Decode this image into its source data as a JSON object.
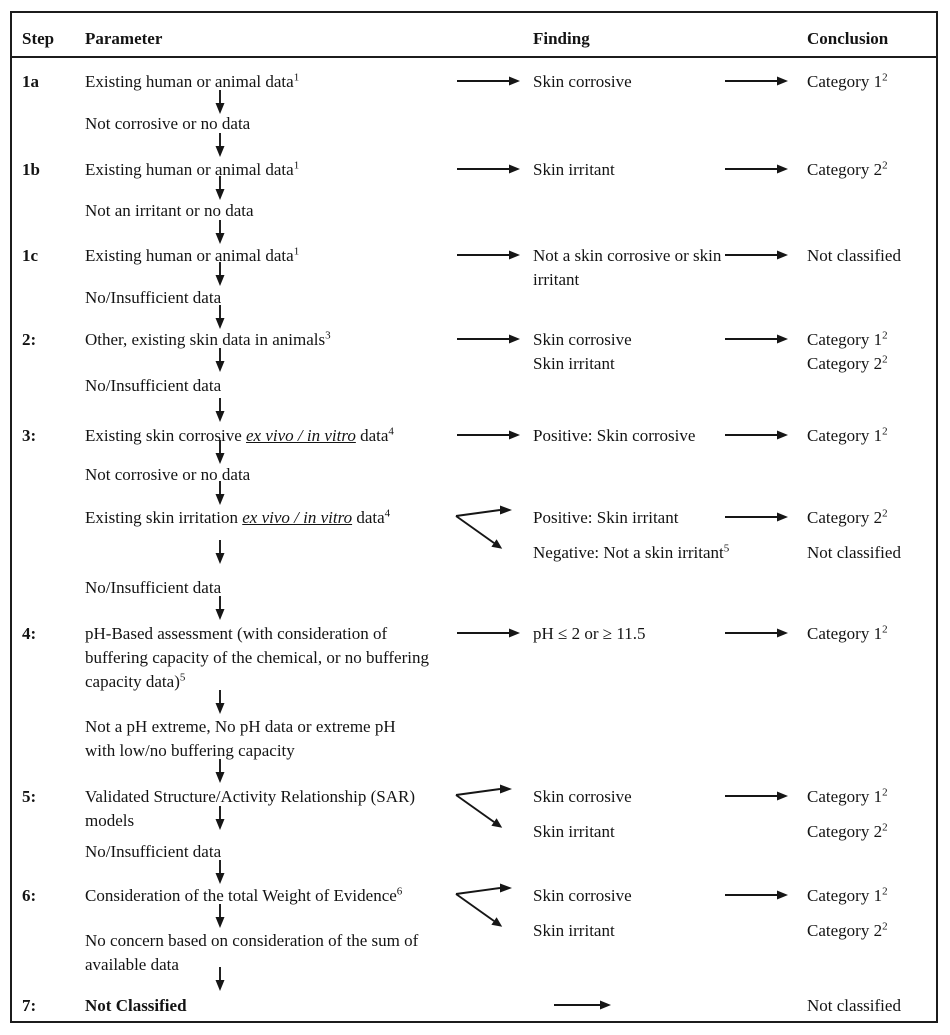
{
  "header": {
    "step": "Step",
    "parameter": "Parameter",
    "finding": "Finding",
    "conclusion": "Conclusion"
  },
  "steps": [
    {
      "label": "1a",
      "parameter": "Existing human or animal data",
      "parameter_sup": "1",
      "finding": "Skin corrosive",
      "conclusion": "Category 1",
      "conclusion_sup": "2",
      "no_path": "Not corrosive or no data"
    },
    {
      "label": "1b",
      "parameter": "Existing human or animal data",
      "parameter_sup": "1",
      "finding": "Skin irritant",
      "conclusion": "Category 2",
      "conclusion_sup": "2",
      "no_path": "Not an irritant or no data"
    },
    {
      "label": "1c",
      "parameter": "Existing human or animal data",
      "parameter_sup": "1",
      "finding": "Not a skin corrosive or skin irritant",
      "conclusion": "Not classified",
      "no_path": "No/Insufficient data"
    },
    {
      "label": "2:",
      "parameter": "Other, existing skin data in animals",
      "parameter_sup": "3",
      "finding1": "Skin corrosive",
      "finding2": "Skin irritant",
      "conclusion1": "Category 1",
      "conclusion1_sup": "2",
      "conclusion2": "Category 2",
      "conclusion2_sup": "2",
      "no_path": "No/Insufficient data"
    },
    {
      "label": "3:",
      "parameter_prefix": "Existing skin corrosive ",
      "parameter_italic": "ex vivo / in vitro",
      "parameter_suffix": " data",
      "parameter_sup": "4",
      "finding": "Positive: Skin corrosive",
      "conclusion": "Category 1",
      "conclusion_sup": "2",
      "no_path": "Not corrosive or no data"
    },
    {
      "parameter_prefix": "Existing skin irritation ",
      "parameter_italic": "ex vivo / in vitro",
      "parameter_suffix": " data",
      "parameter_sup": "4",
      "finding1": "Positive: Skin irritant",
      "conclusion1": "Category 2",
      "conclusion1_sup": "2",
      "finding2": "Negative: Not a skin irritant",
      "finding2_sup": "5",
      "conclusion2": "Not classified",
      "no_path": "No/Insufficient data"
    },
    {
      "label": "4:",
      "parameter": "pH-Based assessment (with consideration of buffering capacity of the chemical, or no buffering capacity data)",
      "parameter_sup": "5",
      "finding": "pH ≤ 2 or ≥ 11.5",
      "conclusion": "Category 1",
      "conclusion_sup": "2",
      "no_path": "Not a pH extreme, No pH data or extreme pH with low/no buffering capacity"
    },
    {
      "label": "5:",
      "parameter": "Validated Structure/Activity Relationship (SAR) models",
      "finding1": "Skin corrosive",
      "finding2": "Skin irritant",
      "conclusion1": "Category 1",
      "conclusion1_sup": "2",
      "conclusion2": "Category 2",
      "conclusion2_sup": "2",
      "no_path": "No/Insufficient data"
    },
    {
      "label": "6:",
      "parameter": "Consideration of the total Weight of Evidence",
      "parameter_sup": "6",
      "finding1": "Skin corrosive",
      "finding2": "Skin irritant",
      "conclusion1": "Category 1",
      "conclusion1_sup": "2",
      "conclusion2": "Category 2",
      "conclusion2_sup": "2",
      "no_path": "No concern based on consideration of the sum of available data"
    },
    {
      "label": "7:",
      "parameter": "Not Classified",
      "conclusion": "Not classified"
    }
  ],
  "icons": {
    "right_arrow": "→",
    "down_arrow": "↓",
    "fork_arrow": "⇘"
  },
  "colors": {
    "text": "#141414",
    "border": "#1c1c1c",
    "background": "#ffffff"
  }
}
